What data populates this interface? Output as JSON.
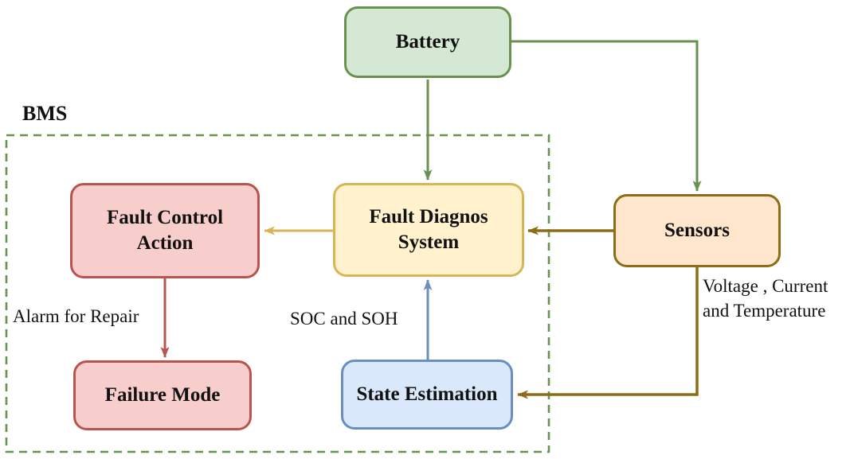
{
  "diagram": {
    "title": "BMS",
    "nodes": {
      "battery": {
        "label": "Battery"
      },
      "fault_control": {
        "label": "Fault Control Action"
      },
      "fault_diagnos": {
        "label": "Fault Diagnos System"
      },
      "sensors": {
        "label": "Sensors"
      },
      "state_estimation": {
        "label": "State Estimation"
      },
      "failure_mode": {
        "label": "Failure Mode"
      }
    },
    "edge_labels": {
      "alarm": "Alarm for Repair",
      "soc_soh": "SOC and SOH",
      "voltage_line1": "Voltage , Current",
      "voltage_line2": "and Temperature"
    },
    "edges": [
      "battery -> fault_diagnos",
      "battery -> sensors",
      "fault_diagnos -> fault_control",
      "sensors -> fault_diagnos",
      "sensors -> state_estimation",
      "state_estimation -> fault_diagnos",
      "fault_control -> failure_mode"
    ]
  },
  "colors": {
    "green_fill": "#d5e8d4",
    "green_stroke": "#6b9150",
    "red_fill": "#f8cecc",
    "red_stroke": "#b85450",
    "yellow_fill": "#fff2cc",
    "yellow_stroke": "#d6b656",
    "orange_fill": "#ffe6cc",
    "orange_stroke": "#8c6d17",
    "blue_fill": "#dae8fc",
    "blue_stroke": "#6c8ebf",
    "text_color": "#111111"
  }
}
